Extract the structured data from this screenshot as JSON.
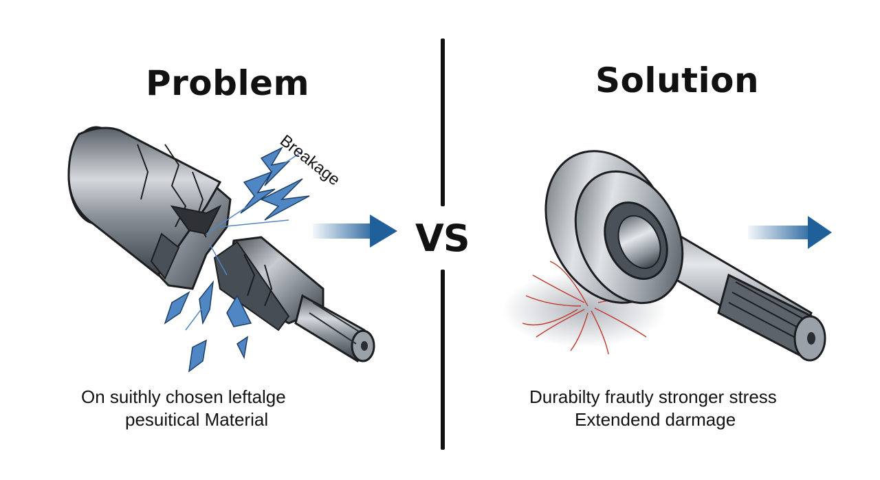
{
  "problem": {
    "title": "Problem",
    "annotation": "Breakage",
    "caption_line1": "On suithly chosen leftalge",
    "caption_line2": "pesuitical Material"
  },
  "separator": {
    "label": "VS"
  },
  "solution": {
    "title": "Solution",
    "caption_line1": "Durabilty frautly stronger stress",
    "caption_line2": "Extendend darmage"
  },
  "colors": {
    "arrow": "#1f5f9a",
    "shard": "#4f86c4",
    "stress_lines": "#c0392b",
    "metal_dark": "#3d4248",
    "metal_light": "#c9ced3"
  },
  "icons": {
    "problem_illustration": "broken-shaft-icon",
    "solution_illustration": "bearing-shaft-icon",
    "arrows": "right-arrow-icon"
  }
}
